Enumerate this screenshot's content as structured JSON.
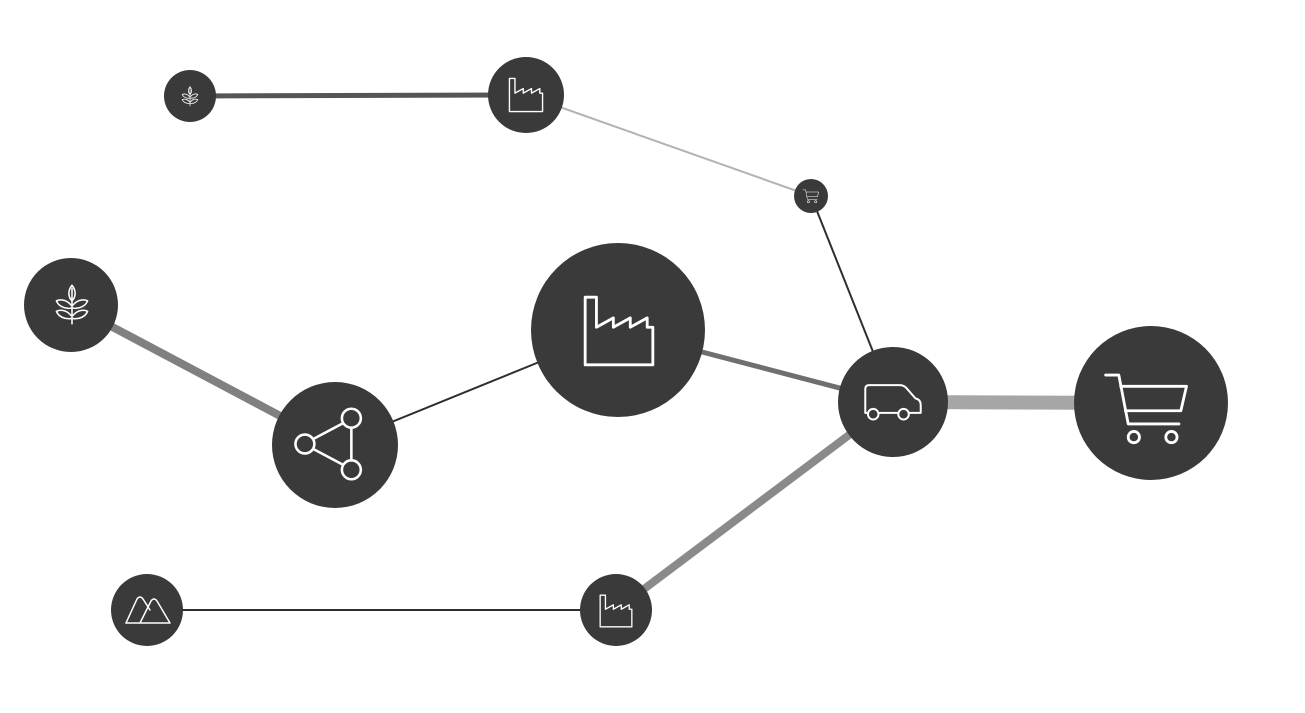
{
  "colors": {
    "background": "#ffffff",
    "node_fill": "#3a3a3a",
    "icon_stroke": "#ffffff",
    "edge_dark": "#3a3a3a",
    "edge_medium": "#808080",
    "edge_light": "#a6a6a6",
    "edge_pale": "#b3b3b3"
  },
  "nodes": [
    {
      "id": "farm-small",
      "icon": "wheat-icon"
    },
    {
      "id": "factory-top",
      "icon": "factory-icon"
    },
    {
      "id": "warehouse-small",
      "icon": "cart-icon"
    },
    {
      "id": "farm-left",
      "icon": "wheat-icon"
    },
    {
      "id": "distributor",
      "icon": "network-icon"
    },
    {
      "id": "factory-main",
      "icon": "factory-icon"
    },
    {
      "id": "van",
      "icon": "van-icon"
    },
    {
      "id": "retail",
      "icon": "cart-icon"
    },
    {
      "id": "mine",
      "icon": "mountain-icon"
    },
    {
      "id": "factory-bottom",
      "icon": "factory-icon"
    }
  ],
  "edges": [
    {
      "from": "farm-small",
      "to": "factory-top",
      "tone": "edge_dark"
    },
    {
      "from": "factory-top",
      "to": "warehouse-small",
      "tone": "edge_pale"
    },
    {
      "from": "warehouse-small",
      "to": "van",
      "tone": "edge_dark"
    },
    {
      "from": "farm-left",
      "to": "distributor",
      "tone": "edge_medium"
    },
    {
      "from": "distributor",
      "to": "factory-main",
      "tone": "edge_dark"
    },
    {
      "from": "factory-main",
      "to": "van",
      "tone": "edge_medium"
    },
    {
      "from": "van",
      "to": "retail",
      "tone": "edge_light"
    },
    {
      "from": "mine",
      "to": "factory-bottom",
      "tone": "edge_dark"
    },
    {
      "from": "factory-bottom",
      "to": "van",
      "tone": "edge_medium"
    }
  ]
}
